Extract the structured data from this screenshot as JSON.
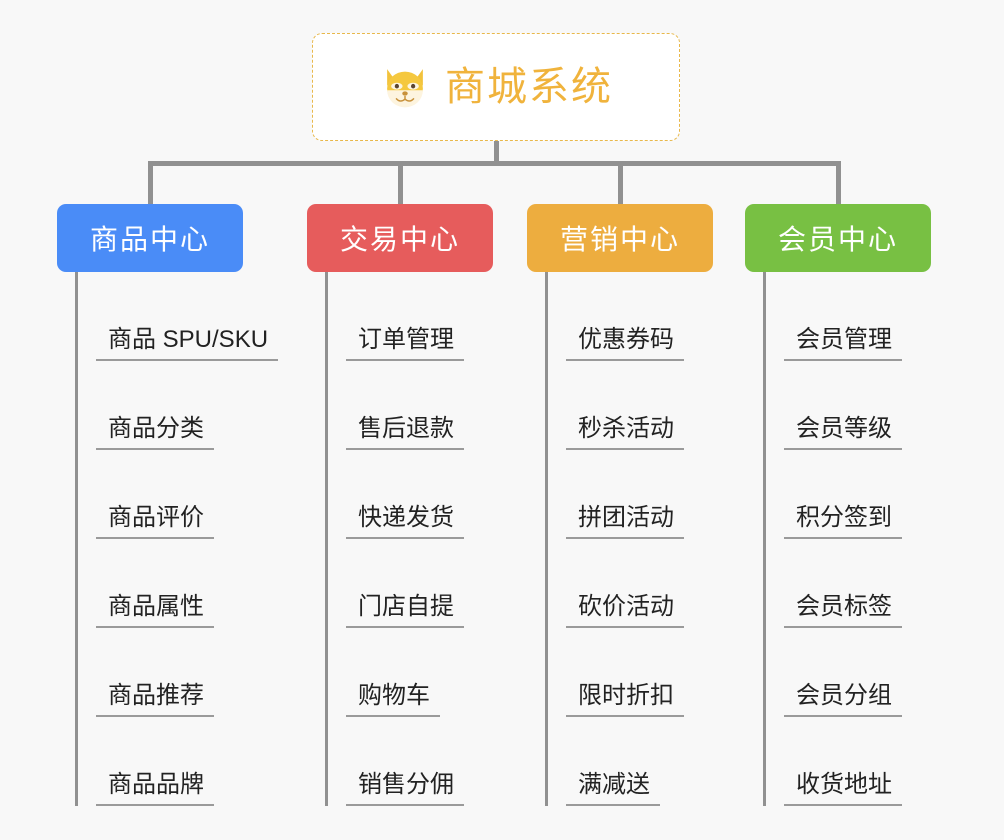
{
  "page": {
    "background_color": "#f8f8f8",
    "line_color": "#919191",
    "leaf_text_color": "#222222"
  },
  "root": {
    "title": "商城系统",
    "icon": "shiba-dog-icon",
    "accent_color": "#f0b33c",
    "border_color": "#e8b84b"
  },
  "branches": [
    {
      "label": "商品中心",
      "color": "#4a8cf7",
      "items": [
        "商品 SPU/SKU",
        "商品分类",
        "商品评价",
        "商品属性",
        "商品推荐",
        "商品品牌"
      ]
    },
    {
      "label": "交易中心",
      "color": "#e65c5c",
      "items": [
        "订单管理",
        "售后退款",
        "快递发货",
        "门店自提",
        "购物车",
        "销售分佣"
      ]
    },
    {
      "label": "营销中心",
      "color": "#edad3f",
      "items": [
        "优惠券码",
        "秒杀活动",
        "拼团活动",
        "砍价活动",
        "限时折扣",
        "满减送"
      ]
    },
    {
      "label": "会员中心",
      "color": "#78c043",
      "items": [
        "会员管理",
        "会员等级",
        "积分签到",
        "会员标签",
        "会员分组",
        "收货地址"
      ]
    }
  ]
}
